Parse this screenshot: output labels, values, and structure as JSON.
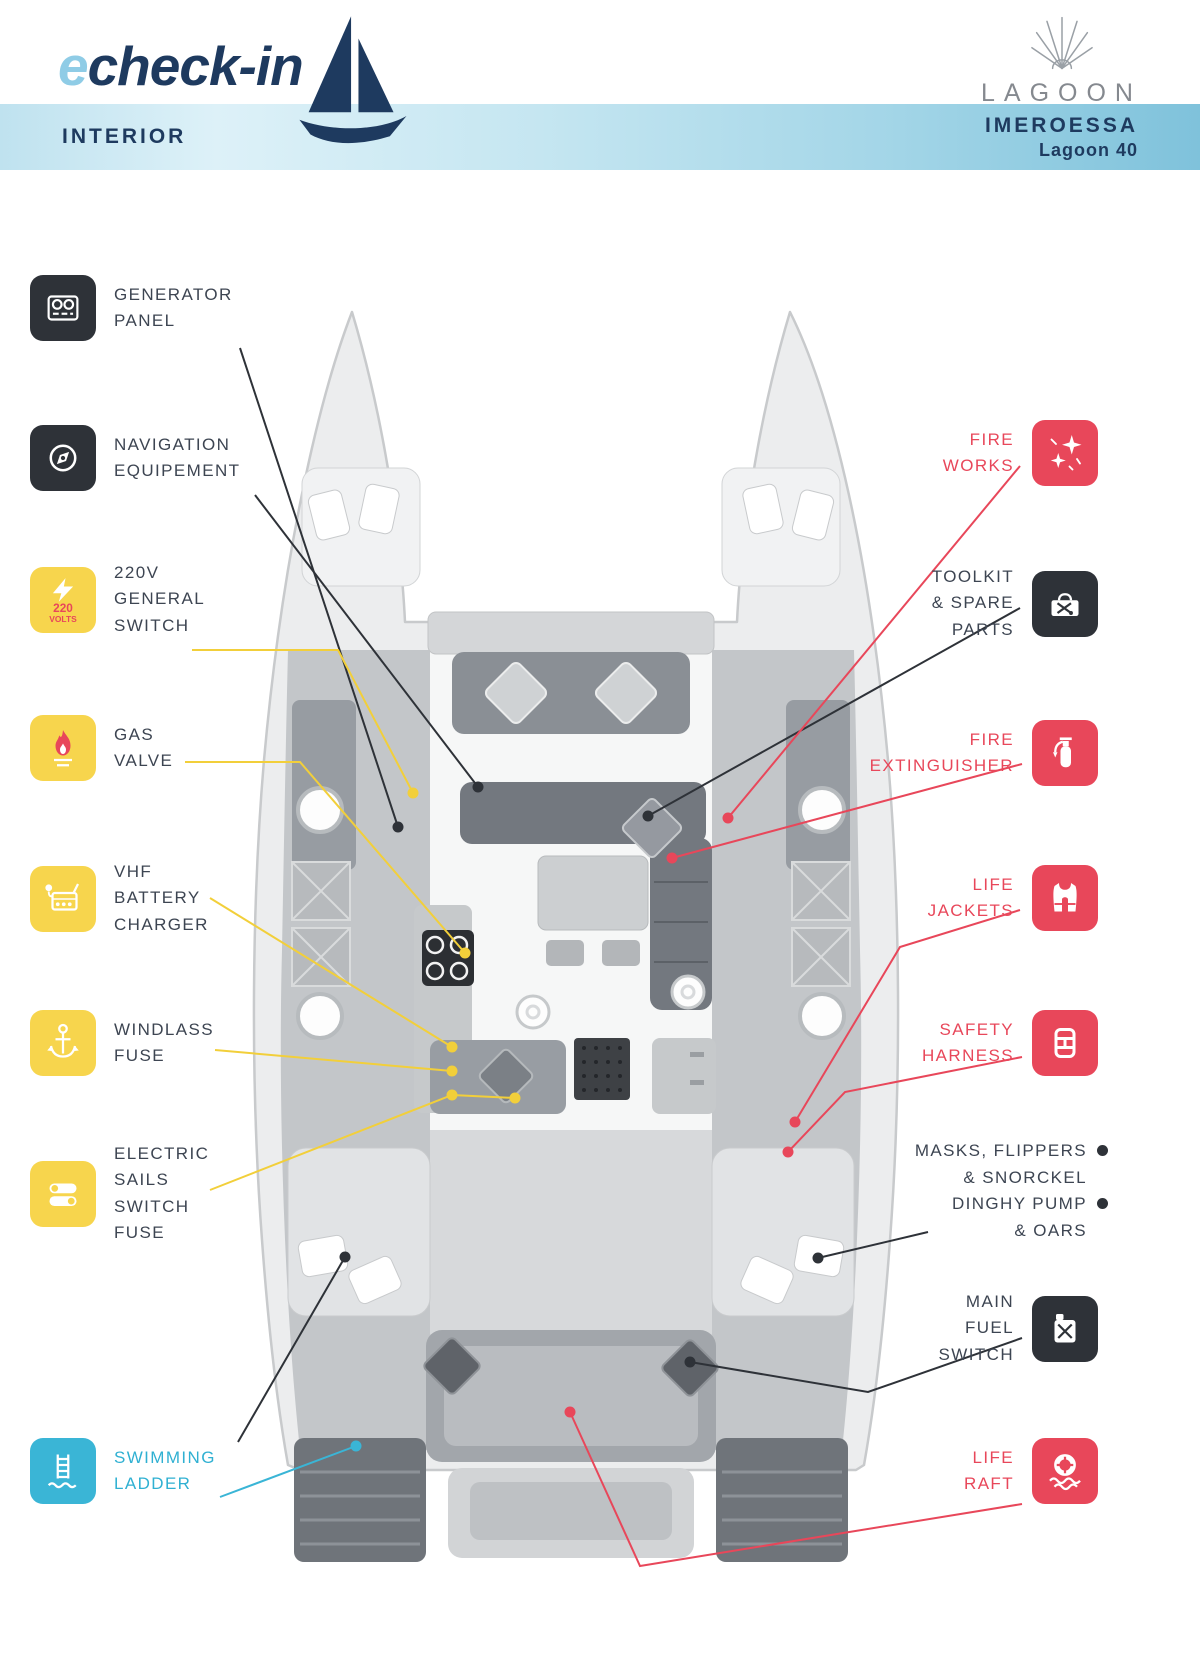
{
  "header": {
    "logo_e": "e",
    "logo_rest": "check-in",
    "section": "INTERIOR",
    "brand": "LAGOON",
    "boat_name": "IMEROESSA",
    "boat_model": "Lagoon 40"
  },
  "colors": {
    "navy": "#1e3a5f",
    "light_blue": "#8fcce6",
    "dark": "#2e3238",
    "yellow": "#f7d54d",
    "red": "#e8475a",
    "cyan": "#3ab5d6",
    "label_gray": "#3d4552"
  },
  "left_items": [
    {
      "label": "GENERATOR\nPANEL",
      "icon": "generator-panel-icon",
      "color": "dark"
    },
    {
      "label": "NAVIGATION\nEQUIPEMENT",
      "icon": "compass-icon",
      "color": "dark"
    },
    {
      "label": "220V\nGENERAL\nSWITCH",
      "icon": "220-volts-icon",
      "color": "yellow",
      "icon_line1": "220",
      "icon_line2": "VOLTS"
    },
    {
      "label": "GAS\nVALVE",
      "icon": "gas-flame-icon",
      "color": "yellow"
    },
    {
      "label": "VHF\nBATTERY\nCHARGER",
      "icon": "vhf-radio-icon",
      "color": "yellow"
    },
    {
      "label": "WINDLASS\nFUSE",
      "icon": "anchor-icon",
      "color": "yellow"
    },
    {
      "label": "ELECTRIC\nSAILS\nSWITCH\nFUSE",
      "icon": "toggle-switches-icon",
      "color": "yellow"
    },
    {
      "label": "SWIMMING\nLADDER",
      "icon": "swim-ladder-icon",
      "color": "cyan"
    }
  ],
  "right_items": [
    {
      "label": "FIRE\nWORKS",
      "icon": "fireworks-icon",
      "color": "red"
    },
    {
      "label": "TOOLKIT\n& SPARE\nPARTS",
      "icon": "toolbox-icon",
      "color": "dark"
    },
    {
      "label": "FIRE\nEXTINGUISHER",
      "icon": "fire-extinguisher-icon",
      "color": "red"
    },
    {
      "label": "LIFE\nJACKETS",
      "icon": "life-jacket-icon",
      "color": "red"
    },
    {
      "label": "SAFETY\nHARNESS",
      "icon": "safety-harness-icon",
      "color": "red"
    },
    {
      "label": "MAIN\nFUEL\nSWITCH",
      "icon": "fuel-can-icon",
      "color": "dark"
    },
    {
      "label": "LIFE\nRAFT",
      "icon": "life-raft-icon",
      "color": "red"
    }
  ],
  "masks_item": {
    "line1": "MASKS, FLIPPERS",
    "line2": "& SNORCKEL",
    "line3": "DINGHY PUMP",
    "line4": "& OARS"
  }
}
